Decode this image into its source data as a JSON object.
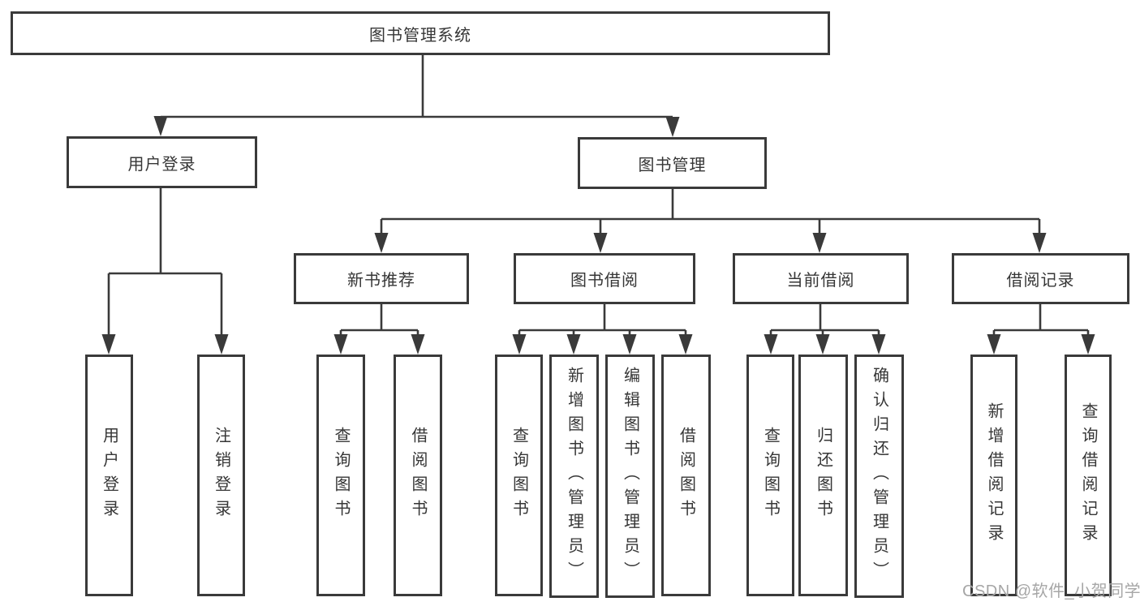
{
  "tree": {
    "label": "图书管理系统",
    "children": [
      {
        "label": "用户登录",
        "children": [
          {
            "label": "用户登录"
          },
          {
            "label": "注销登录"
          }
        ]
      },
      {
        "label": "图书管理",
        "children": [
          {
            "label": "新书推荐",
            "children": [
              {
                "label": "查询图书"
              },
              {
                "label": "借阅图书"
              }
            ]
          },
          {
            "label": "图书借阅",
            "children": [
              {
                "label": "查询图书"
              },
              {
                "label": "新增图书（管理员）"
              },
              {
                "label": "编辑图书（管理员）"
              },
              {
                "label": "借阅图书"
              }
            ]
          },
          {
            "label": "当前借阅",
            "children": [
              {
                "label": "查询图书"
              },
              {
                "label": "归还图书"
              },
              {
                "label": "确认归还（管理员）"
              }
            ]
          },
          {
            "label": "借阅记录",
            "children": [
              {
                "label": "新增借阅记录"
              },
              {
                "label": "查询借阅记录"
              }
            ]
          }
        ]
      }
    ]
  },
  "watermark": "CSDN @软件_小贺同学",
  "colors": {
    "line": "#3a3a3a",
    "box_fill": "#ffffff",
    "watermark": "#a6a6a6"
  }
}
